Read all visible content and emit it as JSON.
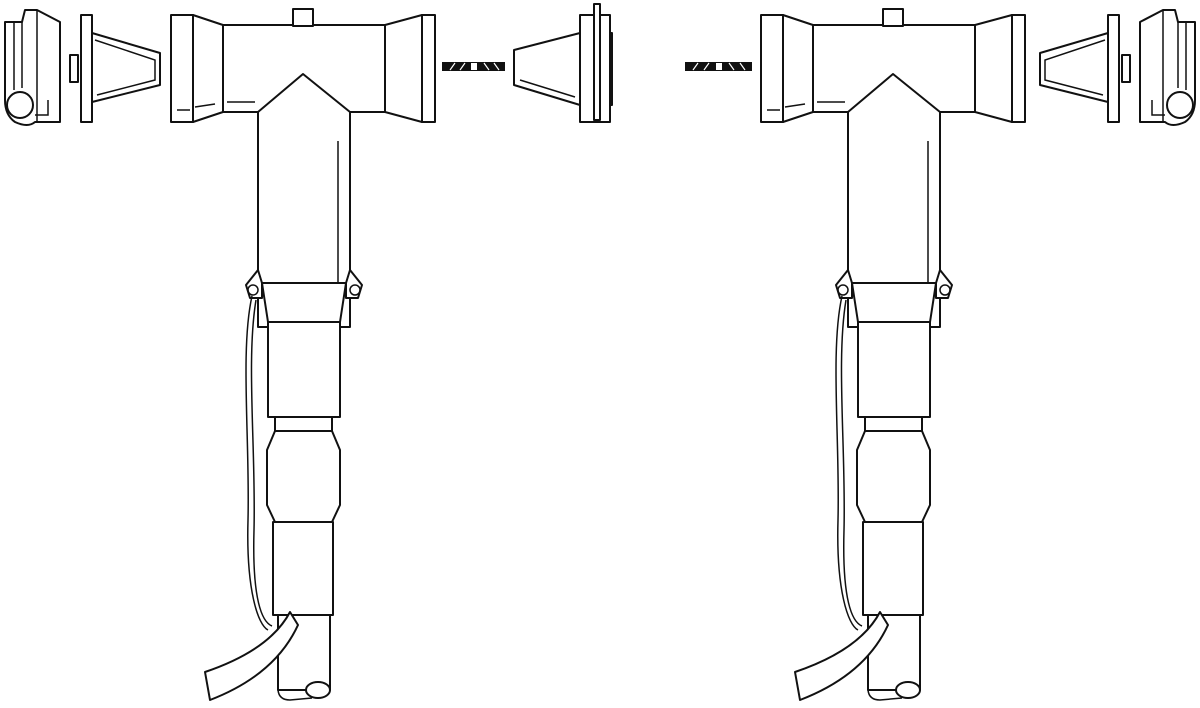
{
  "diagram": {
    "subject": "",
    "colors": {
      "line": "#111111",
      "background": "#ffffff",
      "stud": "#111111"
    },
    "components": [
      "end-cap-left",
      "insulating-plug-left",
      "t-body-left",
      "stud-left",
      "connecting-insert",
      "stud-right",
      "t-body-right",
      "insulating-plug-right",
      "end-cap-right"
    ]
  }
}
